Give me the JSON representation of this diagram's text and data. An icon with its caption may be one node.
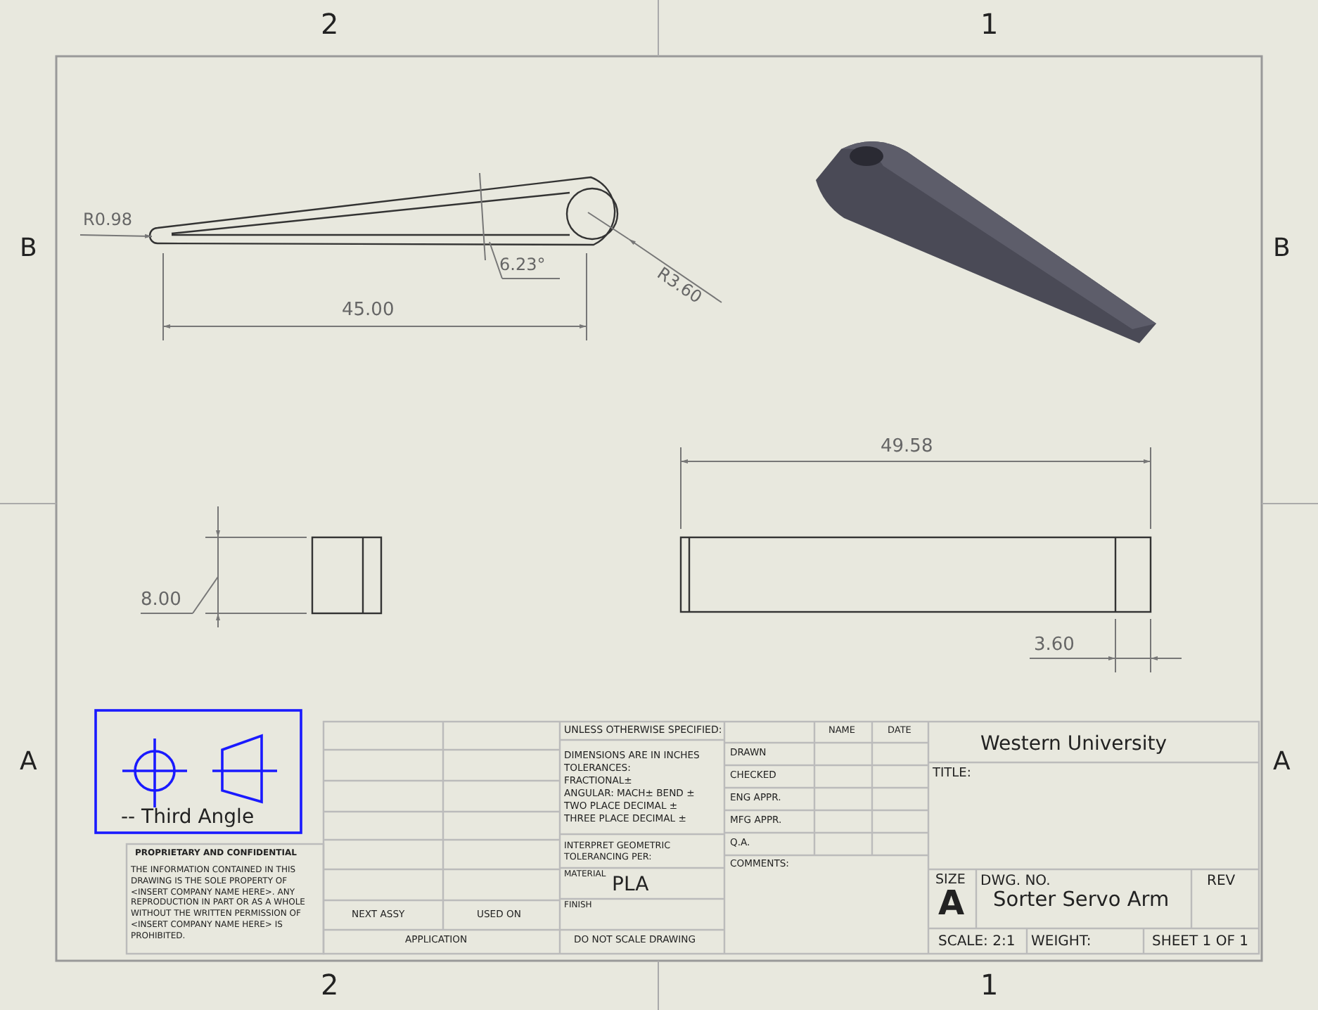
{
  "diagram": {
    "labels": [
      "2",
      "1",
      "B",
      "B",
      "R0.98",
      "6.23°",
      "R3.60",
      "45.00",
      "49.58",
      "8.00",
      "3.60",
      "-- Third Angle",
      "UNLESS OTHERWISE SPECIFIED:",
      "NAME",
      "DATE",
      "Western University",
      "A",
      "A",
      "DIMENSIONS ARE IN INCHES",
      "DRAWN",
      "TOLERANCES:",
      "TITLE:",
      "FRACTIONAL±",
      "CHECKED",
      "ANGULAR: MACH± BEND ±",
      "TWO PLACE DECIMAL ±",
      "ENG APPR.",
      "THREE PLACE DECIMAL ±",
      "MFG APPR.",
      "INTERPRET GEOMETRIC TOLERANCING PER:",
      "Q.A.",
      "PROPRIETARY AND CONFIDENTIAL",
      "COMMENTS:",
      "THE INFORMATION CONTAINED IN THIS DRAWING IS THE SOLE PROPERTY OF <INSERT COMPANY NAME HERE>.  ANY REPRODUCTION IN PART OR AS A WHOLE WITHOUT THE WRITTEN PERMISSION OF <INSERT COMPANY NAME HERE> IS PROHIBITED.",
      "MATERIAL",
      "PLA",
      "SIZE",
      "DWG. NO.",
      "REV",
      "A",
      "Sorter Servo Arm",
      "NEXT ASSY",
      "USED ON",
      "FINISH",
      "APPLICATION",
      "DO NOT SCALE DRAWING",
      "SCALE: 2:1",
      "WEIGHT:",
      "SHEET 1 OF 1",
      "2",
      "1"
    ]
  }
}
